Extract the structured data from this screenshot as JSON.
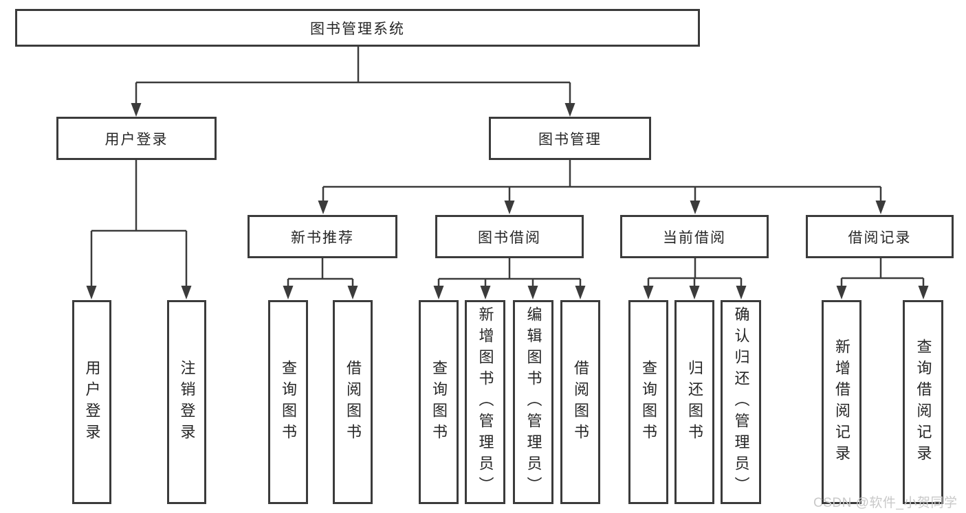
{
  "colors": {
    "background": "#ffffff",
    "line": "#3b3b3b",
    "box_border": "#3b3b3b",
    "text": "#262626",
    "watermark": "#c9c9c9"
  },
  "tree": {
    "root": {
      "label": "图书管理系统"
    },
    "branches": [
      {
        "label": "用户登录",
        "children": [
          {
            "label": "用户登录"
          },
          {
            "label": "注销登录"
          }
        ]
      },
      {
        "label": "图书管理",
        "children": [
          {
            "label": "新书推荐",
            "children": [
              {
                "label": "查询图书"
              },
              {
                "label": "借阅图书"
              }
            ]
          },
          {
            "label": "图书借阅",
            "children": [
              {
                "label": "查询图书"
              },
              {
                "label": "新增图书（管理员）"
              },
              {
                "label": "编辑图书（管理员）"
              },
              {
                "label": "借阅图书"
              }
            ]
          },
          {
            "label": "当前借阅",
            "children": [
              {
                "label": "查询图书"
              },
              {
                "label": "归还图书"
              },
              {
                "label": "确认归还（管理员）"
              }
            ]
          },
          {
            "label": "借阅记录",
            "children": [
              {
                "label": "新增借阅记录"
              },
              {
                "label": "查询借阅记录"
              }
            ]
          }
        ]
      }
    ]
  },
  "watermark": {
    "label": "CSDN @软件_小贺同学"
  }
}
